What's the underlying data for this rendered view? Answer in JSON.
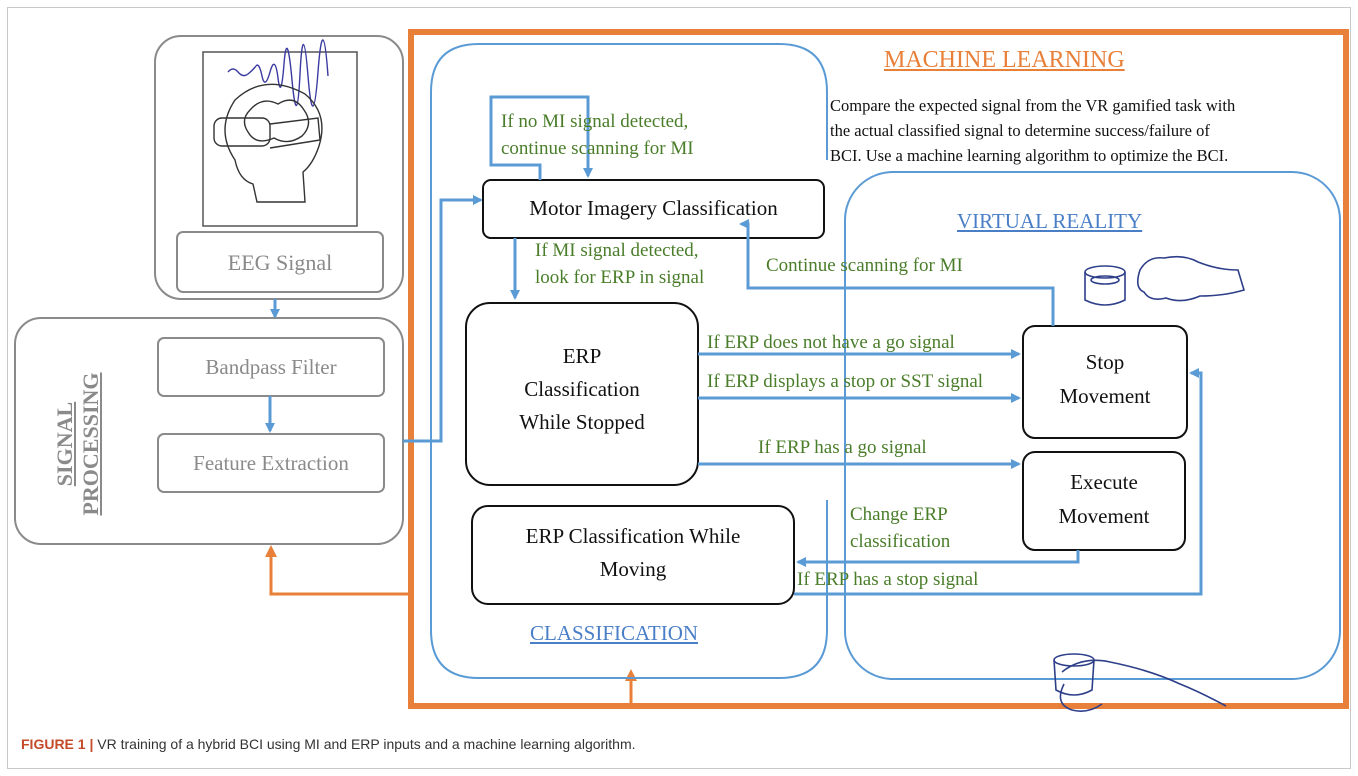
{
  "figure": {
    "caption_label": "FIGURE 1 |",
    "caption_text": " VR training of a hybrid BCI using MI and ERP inputs and a machine learning algorithm."
  },
  "signal_processing": {
    "title_line1": "SIGNAL",
    "title_line2": "PROCESSING",
    "eeg_label": "EEG Signal",
    "bandpass_label": "Bandpass Filter",
    "feature_label": "Feature Extraction"
  },
  "machine_learning": {
    "title": "MACHINE LEARNING",
    "description_lines": [
      "Compare the expected signal from the VR gamified task with",
      "the actual classified signal to determine success/failure of",
      "BCI. Use a machine learning algorithm to optimize the BCI."
    ]
  },
  "classification": {
    "title": "CLASSIFICATION",
    "mi_box": "Motor Imagery Classification",
    "erp_stopped_lines": [
      "ERP",
      "Classification",
      "While Stopped"
    ],
    "erp_moving_lines": [
      "ERP Classification While",
      "Moving"
    ]
  },
  "virtual_reality": {
    "title": "VIRTUAL REALITY",
    "stop_lines": [
      "Stop",
      "Movement"
    ],
    "execute_lines": [
      "Execute",
      "Movement"
    ]
  },
  "edge_labels": {
    "no_mi": [
      "If no MI signal detected,",
      "continue scanning for MI"
    ],
    "mi_detected": [
      "If MI signal detected,",
      "look for ERP in signal"
    ],
    "continue_scanning": "Continue scanning for MI",
    "no_go": "If ERP does not have a go signal",
    "stop_sst": "If ERP displays a stop or SST signal",
    "go": "If ERP has a go signal",
    "change_erp": [
      "Change ERP",
      "classification"
    ],
    "stop_signal": "If ERP has a stop signal"
  },
  "colors": {
    "orange": "#e8803a",
    "blue": "#5b9bd5",
    "green": "#4a7d2a",
    "gray": "#8a8a8a"
  }
}
